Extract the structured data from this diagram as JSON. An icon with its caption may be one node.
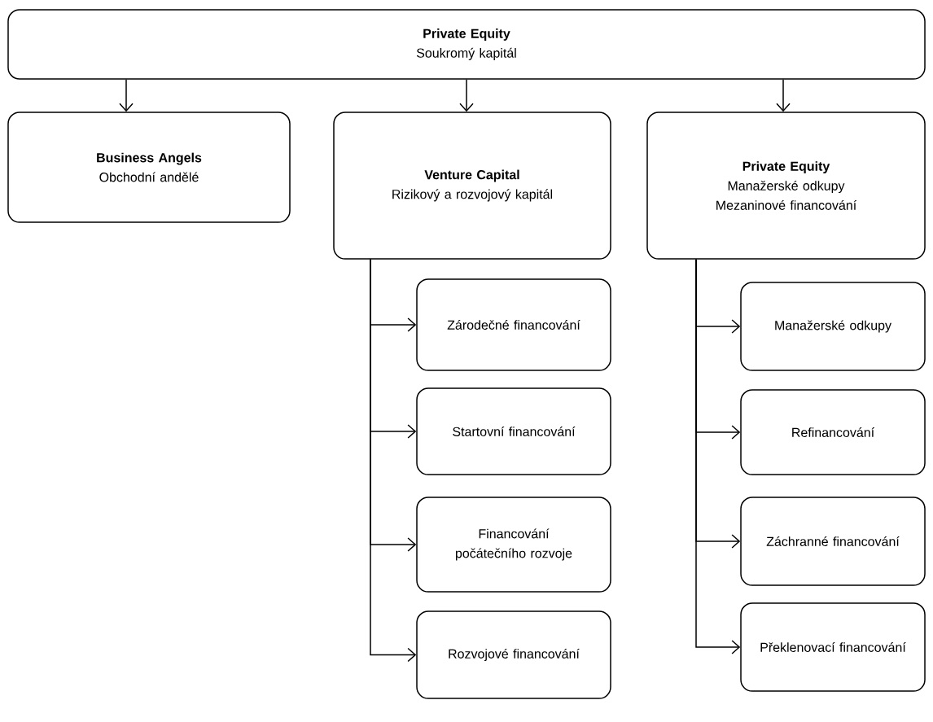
{
  "diagram": {
    "nodes": [
      {
        "text": [
          "Private Equity",
          "Soukromý kapitál"
        ]
      },
      {
        "text": [
          "Business Angels",
          "Obchodní andělé"
        ]
      },
      {
        "text": [
          "Venture Capital",
          "Rizikový a rozvojový kapitál"
        ]
      },
      {
        "text": [
          "Private Equity",
          "Manažerské odkupy Mezaninové financování"
        ]
      },
      {
        "text": [
          "Zárodečné financování"
        ]
      },
      {
        "text": [
          "Startovní financování"
        ]
      },
      {
        "text": [
          "Financování počátečního rozvoje"
        ]
      },
      {
        "text": [
          "Rozvojové financování"
        ]
      },
      {
        "text": [
          "Manažerské odkupy"
        ]
      },
      {
        "text": [
          "Refinancování"
        ]
      },
      {
        "text": [
          "Záchranné financování"
        ]
      },
      {
        "text": [
          "Překlenovací financování"
        ]
      }
    ],
    "edges": [
      {
        "from": 0,
        "to": 1,
        "arrow": "to"
      },
      {
        "from": 0,
        "to": 2,
        "arrow": "to"
      },
      {
        "from": 0,
        "to": 3,
        "arrow": "to"
      },
      {
        "from": 2,
        "to": 4,
        "arrow": "to"
      },
      {
        "from": 2,
        "to": 5,
        "arrow": "to"
      },
      {
        "from": 2,
        "to": 6,
        "arrow": "to"
      },
      {
        "from": 2,
        "to": 7,
        "arrow": "to"
      },
      {
        "from": 3,
        "to": 8,
        "arrow": "to"
      },
      {
        "from": 3,
        "to": 9,
        "arrow": "to"
      },
      {
        "from": 3,
        "to": 10,
        "arrow": "to"
      },
      {
        "from": 3,
        "to": 11,
        "arrow": "to"
      }
    ]
  }
}
